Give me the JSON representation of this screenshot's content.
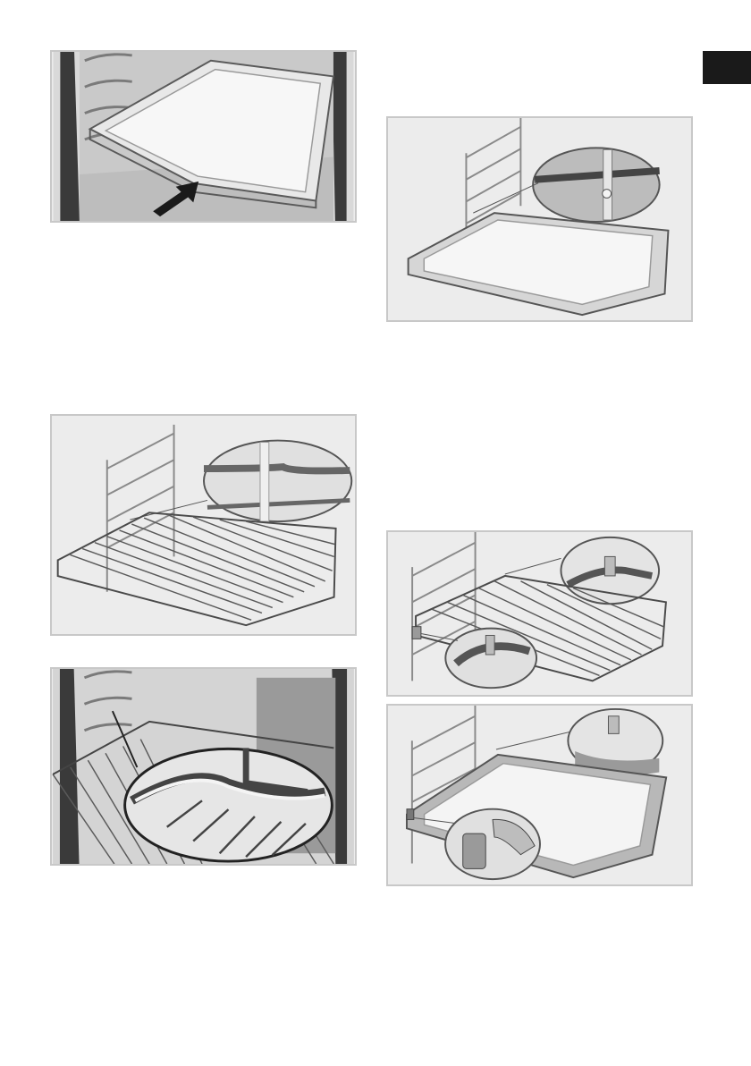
{
  "page": {
    "language_tab": {
      "color": "#1a1a1a"
    },
    "figures": [
      {
        "id": "fig-oven-tray-insert",
        "icon": "tray-insert-arrow-illustration"
      },
      {
        "id": "fig-tray-on-rails",
        "icon": "tray-rail-stop-illustration"
      },
      {
        "id": "fig-wire-rack-rails",
        "icon": "wire-rack-illustration"
      },
      {
        "id": "fig-telescopic-rack",
        "icon": "telescopic-rack-illustration"
      },
      {
        "id": "fig-rack-in-oven",
        "icon": "rack-in-oven-illustration"
      },
      {
        "id": "fig-telescopic-tray",
        "icon": "telescopic-tray-illustration"
      }
    ],
    "colors": {
      "frame": "#c8c8c8",
      "panel": "#ececec",
      "dark": "#3a3a3a",
      "mid": "#8a8a8a",
      "light": "#f4f4f4"
    }
  }
}
